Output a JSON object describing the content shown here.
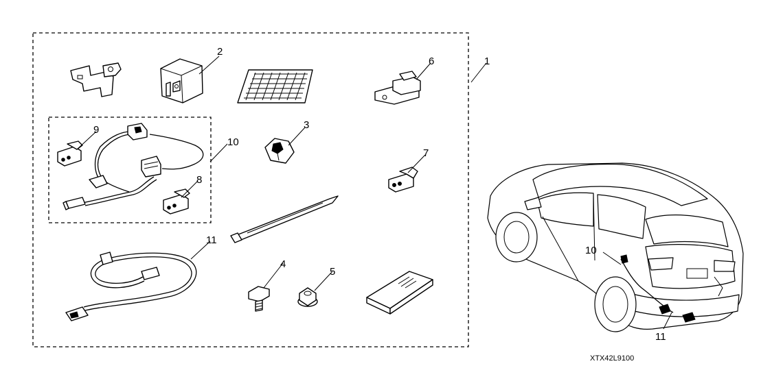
{
  "callouts": {
    "c1": "1",
    "c2": "2",
    "c3": "3",
    "c4": "4",
    "c5": "5",
    "c6": "6",
    "c7": "7",
    "c8": "8",
    "c9": "9",
    "c10": "10",
    "c11": "11",
    "car10": "10",
    "car11": "11"
  },
  "diagram_code": "XTX42L9100"
}
